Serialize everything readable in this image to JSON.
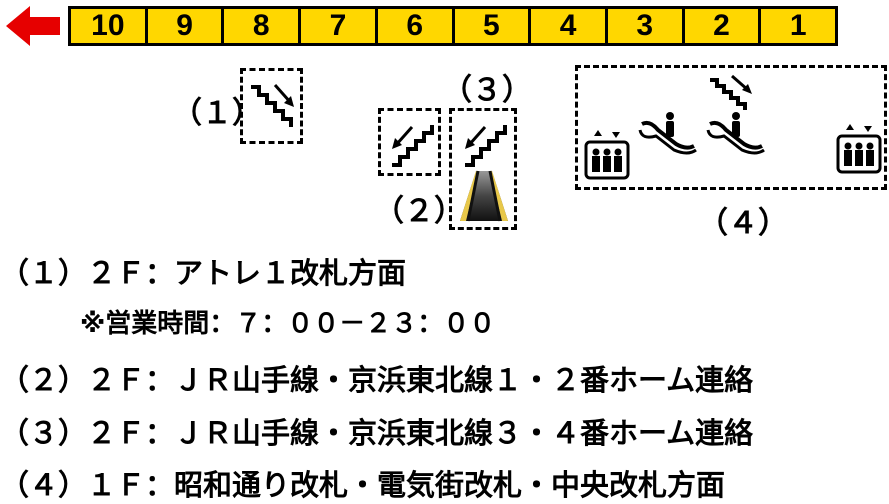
{
  "colors": {
    "car_fill": "#ffd700",
    "arrow": "#e60000",
    "outline": "#000000"
  },
  "direction_arrow": {
    "icon": "left-arrow-icon"
  },
  "cars": [
    "10",
    "9",
    "8",
    "7",
    "6",
    "5",
    "4",
    "3",
    "2",
    "1"
  ],
  "labels": {
    "l1": "（１）",
    "l2": "（２）",
    "l3": "（３）",
    "l4": "（４）"
  },
  "icons": {
    "stairs_down": "stairs-down-icon",
    "stairs_up": "stairs-up-icon",
    "escalator_front": "escalator-front-icon",
    "escalator_side": "escalator-side-icon",
    "elevator": "elevator-icon"
  },
  "legend": [
    {
      "text": "（１）２Ｆ：アトレ１改札方面"
    },
    {
      "text": "※営業時間：７：００－２３：００"
    },
    {
      "text": "（２）２Ｆ：ＪＲ山手線・京浜東北線１・２番ホーム連絡"
    },
    {
      "text": "（３）２Ｆ：ＪＲ山手線・京浜東北線３・４番ホーム連絡"
    },
    {
      "text": "（４）１Ｆ：昭和通り改札・電気街改札・中央改札方面"
    }
  ]
}
